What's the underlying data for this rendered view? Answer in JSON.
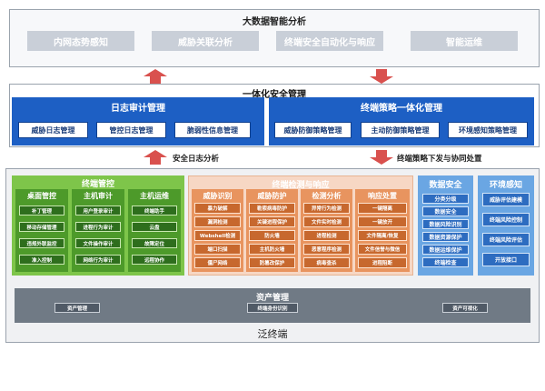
{
  "top": {
    "title": "大数据智能分析",
    "buttons": [
      "内网态势感知",
      "威胁关联分析",
      "终端安全自动化与响应",
      "智能运维"
    ]
  },
  "middle": {
    "title": "一体化安全管理",
    "audit": {
      "title": "日志审计管理",
      "items": [
        "威胁日志管理",
        "管控日志管理",
        "脆弱性信息管理"
      ]
    },
    "policy": {
      "title": "终端策略一体化管理",
      "items": [
        "威胁防御策略管理",
        "主动防御策略管理",
        "环境感知策略管理"
      ]
    }
  },
  "flows": {
    "log_analysis": "安全日志分析",
    "policy_dispatch": "终端策略下发与协同处置"
  },
  "bottom": {
    "terminal_label": "泛终端",
    "terminal_control": {
      "title": "终端管控",
      "groups": [
        {
          "title": "桌面管控",
          "items": [
            "补丁管理",
            "移动存储管理",
            "违规外联监控",
            "准入控制"
          ]
        },
        {
          "title": "主机审计",
          "items": [
            "用户登录审计",
            "进程行为审计",
            "文件操作审计",
            "网络行为审计"
          ]
        },
        {
          "title": "主机运维",
          "items": [
            "终端助手",
            "云盘",
            "故障定位",
            "远程协作"
          ]
        }
      ]
    },
    "detection": {
      "title": "终端检测与响应",
      "groups": [
        {
          "title": "威胁识别",
          "items": [
            "暴力破解",
            "漏洞检测",
            "Webshell检测",
            "端口扫描",
            "僵尸网络"
          ]
        },
        {
          "title": "威胁防护",
          "items": [
            "勒索病毒防护",
            "关键进程保护",
            "防火墙",
            "主机防火墙",
            "防篡改保护"
          ]
        },
        {
          "title": "检测分析",
          "items": [
            "异常行为检测",
            "文件实时检测",
            "进程检测",
            "恶意程序检测",
            "病毒查杀"
          ]
        },
        {
          "title": "响应处置",
          "items": [
            "一键隔离",
            "一键放开",
            "文件隔离/恢复",
            "文件信誉与微信",
            "进程阻断"
          ]
        }
      ]
    },
    "data_security": {
      "title": "数据安全",
      "items": [
        "分类分级",
        "数据安全",
        "数据风险识别",
        "数据资源保护",
        "数据运维保护",
        "终端检查"
      ]
    },
    "environment": {
      "title": "环境感知",
      "items": [
        "威胁评估建模",
        "终端风险控制",
        "终端风险评估",
        "开放接口"
      ]
    },
    "asset": {
      "title": "资产管理",
      "items": [
        "资产管理",
        "终端身份识别",
        "资产可视化"
      ]
    }
  },
  "colors": {
    "top_button": "#c9cfd8",
    "policy_blue": "#1d5fc4",
    "arrow_red": "#d9514e",
    "control_green": "#7ec54a",
    "detection_orange": "#e8945f",
    "environment_blue": "#6aa6e3",
    "asset_gray": "#707a85"
  }
}
